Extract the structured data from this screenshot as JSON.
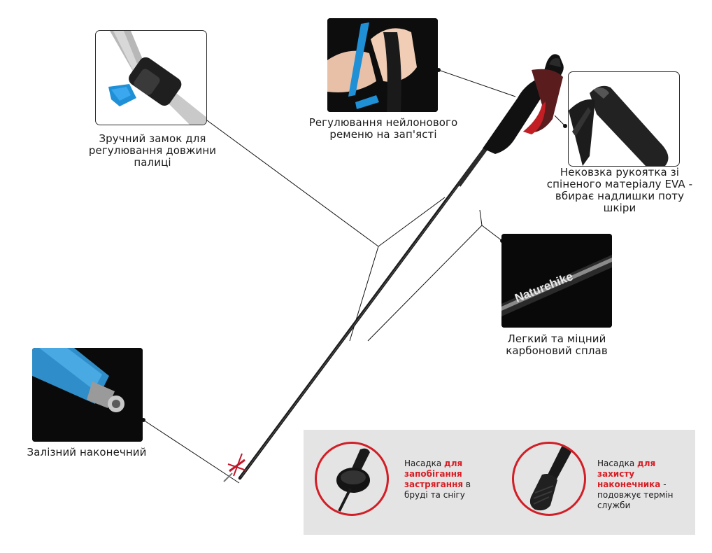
{
  "callouts": {
    "lock": {
      "line1": "Зручний замок для",
      "line2": "регулювання довжини",
      "line3": "палиці"
    },
    "strap": {
      "line1": "Регулювання нейлонового",
      "line2": "ременю на зап'ясті"
    },
    "grip": {
      "line1": "Нековзка рукоятка зі",
      "line2": "спіненого матеріалу EVA -",
      "line3": "вбирає надлишки поту",
      "line4": "шкіри"
    },
    "carbon": {
      "line1": "Легкий та міцний",
      "line2": "карбоновий сплав",
      "brand": "Naturehike"
    },
    "tip": {
      "line1": "Залізний наконечний"
    }
  },
  "accessories": {
    "mud_basket": {
      "prefix": "Насадка ",
      "highlight": "для запобігання застрягання",
      "suffix": " в бруді та снігу"
    },
    "tip_cap": {
      "prefix": "Насадка ",
      "highlight": "для захисту наконечника",
      "suffix": " - подовжує термін служби"
    }
  },
  "colors": {
    "accent_red": "#d21e26",
    "accent_blue": "#1f8fd6"
  }
}
